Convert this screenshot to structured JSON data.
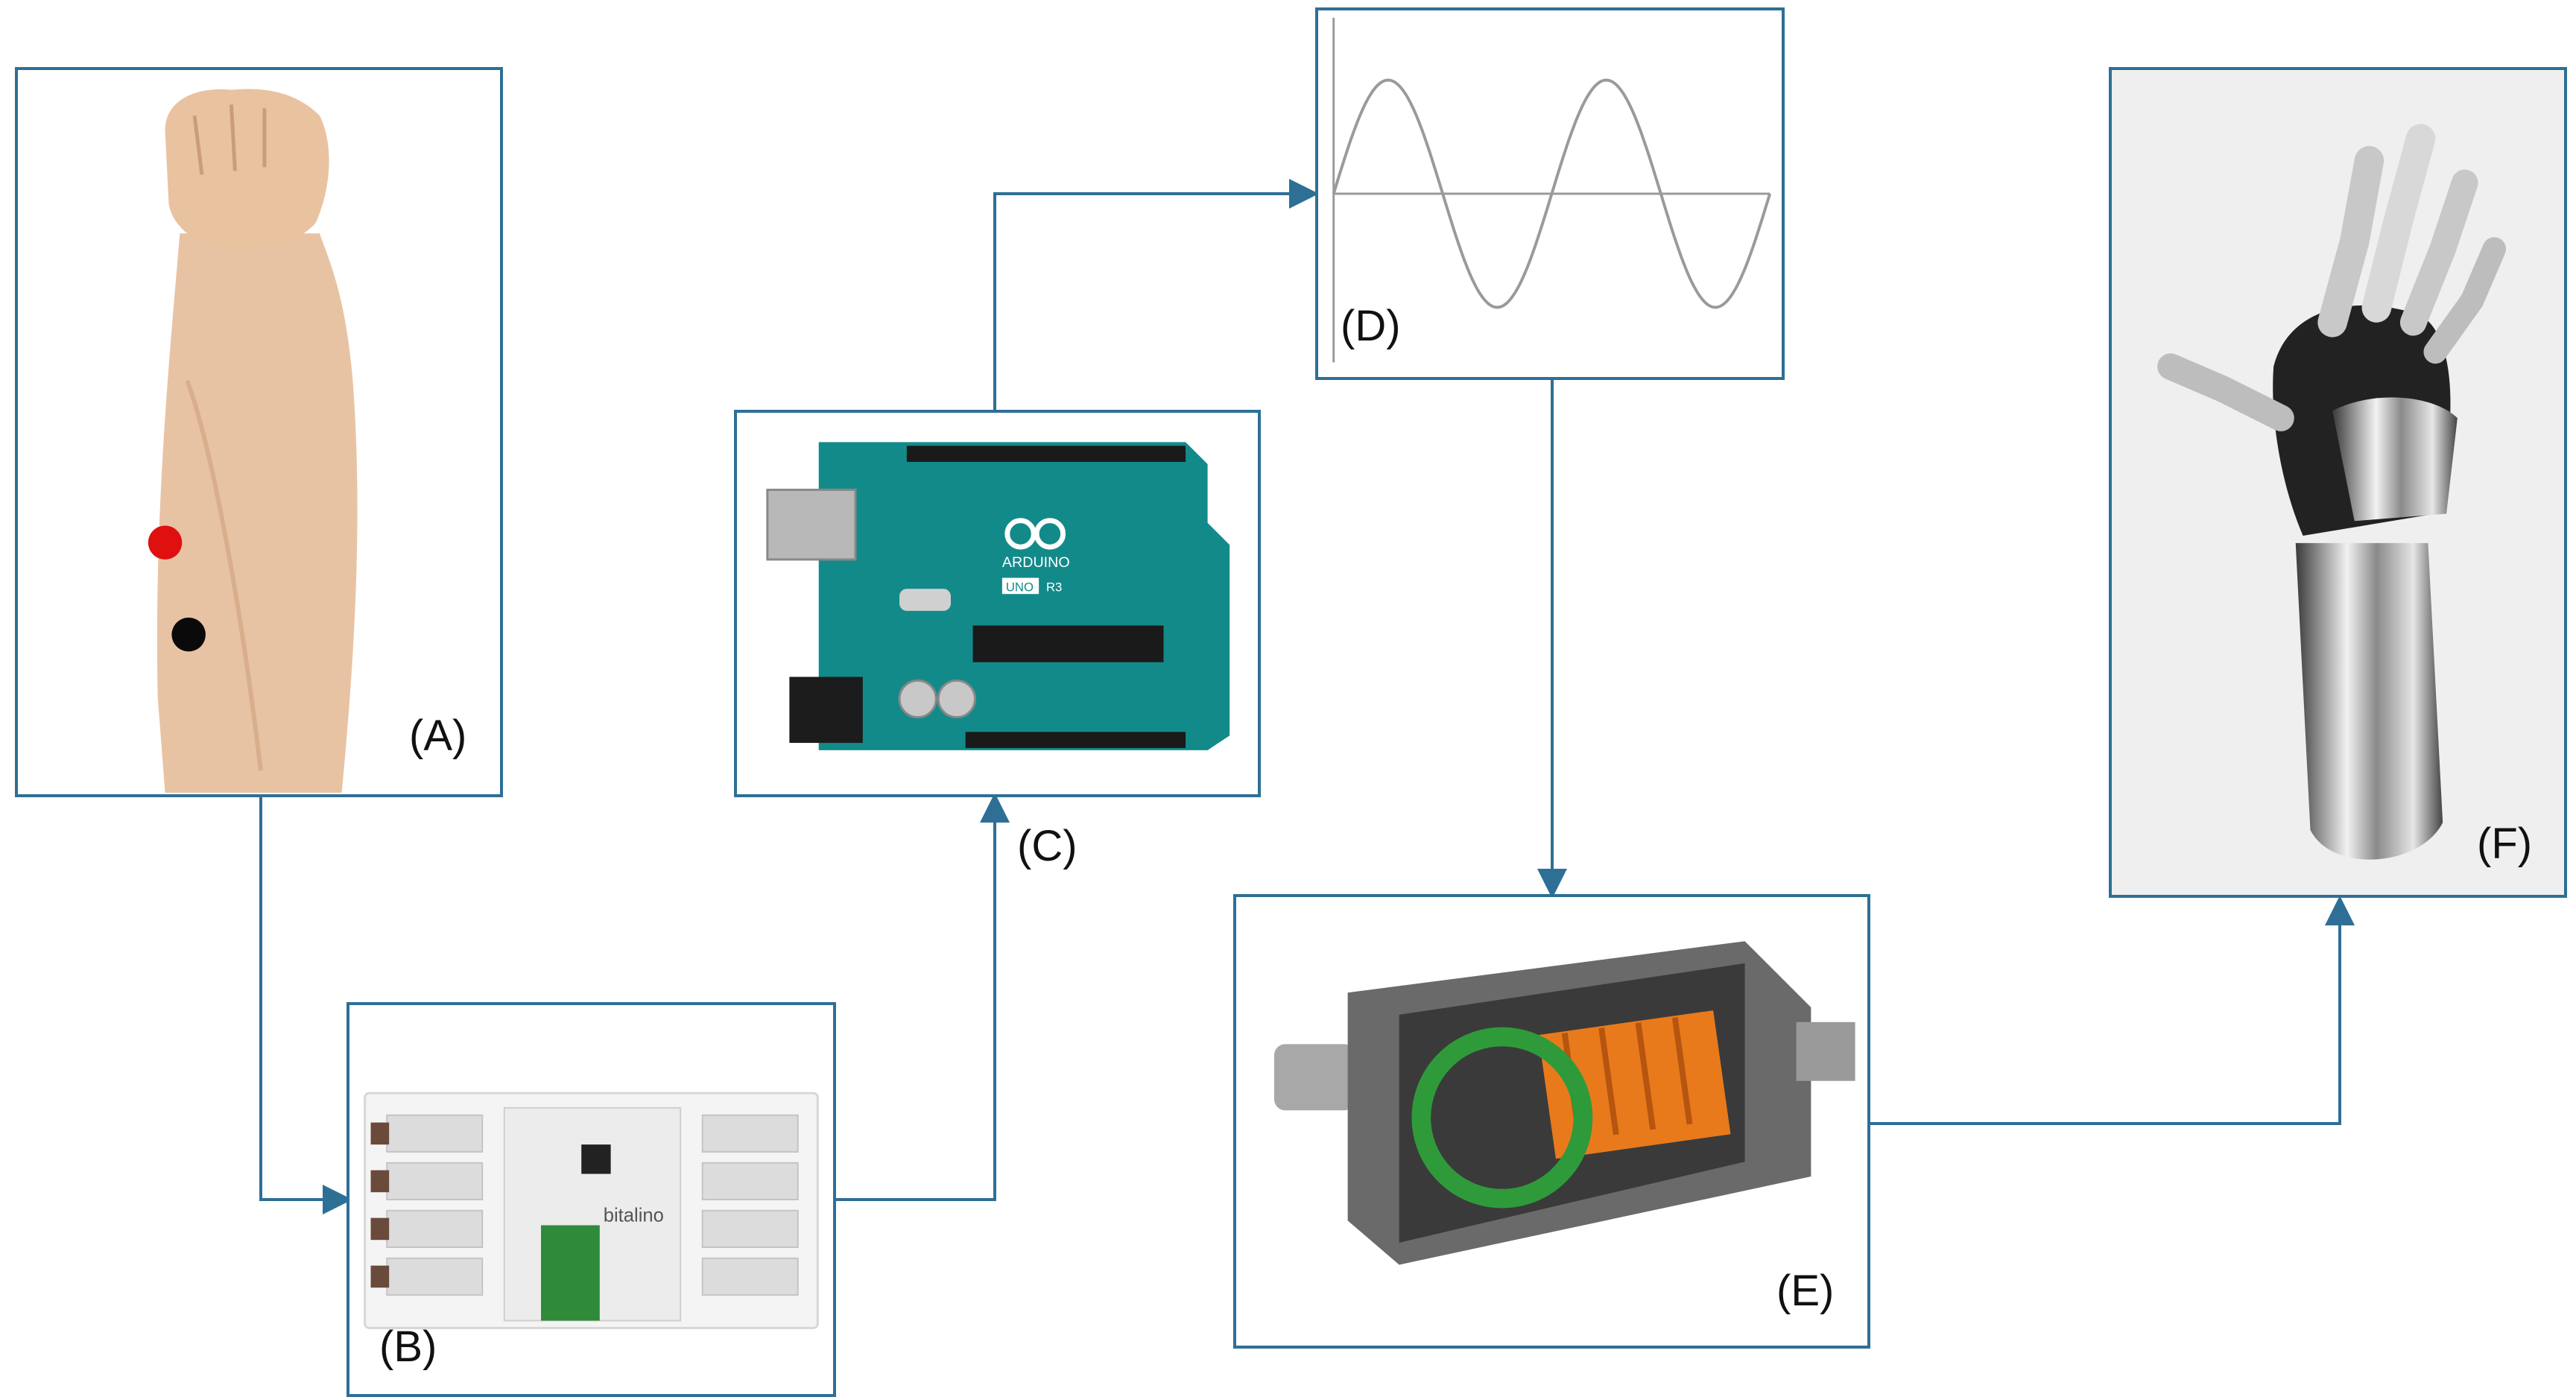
{
  "panels": {
    "a": {
      "label": "(A)",
      "image": "forearm-with-electrodes"
    },
    "b": {
      "label": "(B)",
      "image": "bitalino-board"
    },
    "c": {
      "label": "(C)",
      "image": "arduino-uno-board"
    },
    "d": {
      "label": "(D)",
      "image": "sine-wave-signal"
    },
    "e": {
      "label": "(E)",
      "image": "electric-motor-cutaway"
    },
    "f": {
      "label": "(F)",
      "image": "robotic-prosthetic-hand"
    }
  },
  "board_text": {
    "arduino_logo": "ARDUINO",
    "uno": "UNO",
    "r3": "R3",
    "bitalino_logo": "bitalino"
  },
  "colors": {
    "frame": "#2e6f96",
    "electrode_red": "#e01010",
    "electrode_black": "#0a0a0a",
    "wave": "#9a9a9a",
    "arduino_teal": "#138a8a",
    "motor_orange": "#e87a1c"
  },
  "connections": [
    {
      "from": "A",
      "to": "B"
    },
    {
      "from": "B",
      "to": "C"
    },
    {
      "from": "C",
      "to": "D"
    },
    {
      "from": "D",
      "to": "E"
    },
    {
      "from": "E",
      "to": "F"
    }
  ]
}
